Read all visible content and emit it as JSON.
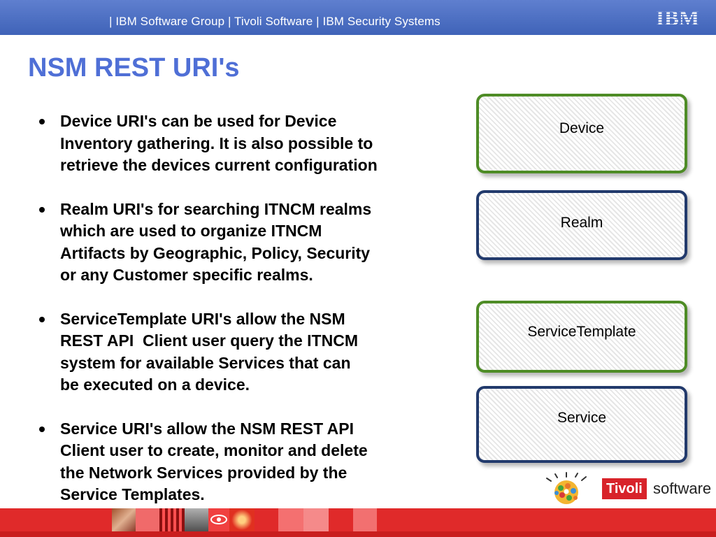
{
  "header": {
    "breadcrumb": "| IBM Software Group | Tivoli Software | IBM Security Systems",
    "logo_text": "IBM"
  },
  "title": "NSM REST URI's",
  "bullets": [
    {
      "lines": [
        "Device URI's can be used for Device",
        "Inventory gathering. It is also possible to",
        "retrieve the devices current configuration"
      ]
    },
    {
      "lines": [
        "Realm URI's for searching ITNCM realms",
        "which are used to organize ITNCM",
        "Artifacts by Geographic, Policy, Security",
        "or any Customer specific realms."
      ]
    },
    {
      "lines": [
        "ServiceTemplate URI's allow the NSM",
        "REST API  Client user query the ITNCM",
        "system for available Services that can",
        "be executed on a device."
      ]
    },
    {
      "lines": [
        "Service URI's allow the NSM REST API",
        "Client user to create, monitor and delete",
        "the Network Services provided by the",
        "Service Templates."
      ]
    }
  ],
  "boxes": {
    "device": "Device",
    "realm": "Realm",
    "service_template": "ServiceTemplate",
    "service": "Service"
  },
  "branding": {
    "tivoli": "Tivoli",
    "software": "software"
  },
  "colors": {
    "header": "#4a6cc0",
    "title": "#4f6fd6",
    "green_border": "#4e8c26",
    "navy_border": "#223a6c",
    "footer_red": "#e02a2a",
    "tivoli_red": "#d8232a"
  }
}
